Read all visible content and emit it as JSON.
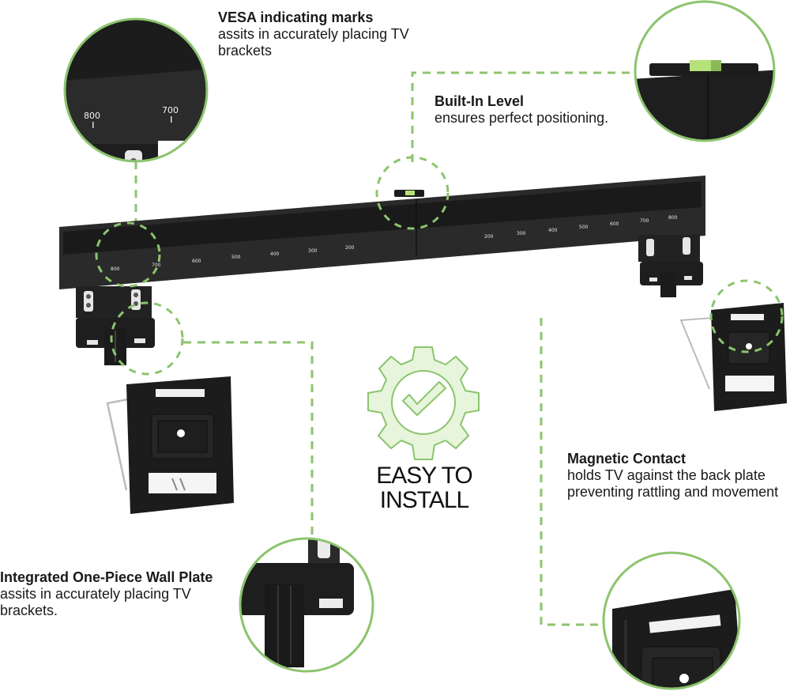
{
  "accent_color": "#8cc46e",
  "callouts": {
    "vesa": {
      "title": "VESA indicating marks",
      "description": "assits in accurately placing TV brackets"
    },
    "level": {
      "title": "Built-In Level",
      "description": "ensures perfect positioning."
    },
    "magnetic": {
      "title": "Magnetic Contact",
      "description": "holds TV against the back plate preventing rattling and movement"
    },
    "wall_plate": {
      "title": "Integrated One-Piece Wall Plate",
      "description": "assits in accurately placing TV brackets."
    }
  },
  "badge": {
    "icon": "gear-check-icon",
    "line1": "EASY TO",
    "line2": "INSTALL"
  },
  "vesa_zoom_marks": [
    "800",
    "700"
  ],
  "rail_marks_left": [
    "800",
    "700",
    "600",
    "500",
    "400",
    "300",
    "200"
  ],
  "rail_marks_right": [
    "200",
    "300",
    "400",
    "500",
    "600",
    "700",
    "800"
  ]
}
